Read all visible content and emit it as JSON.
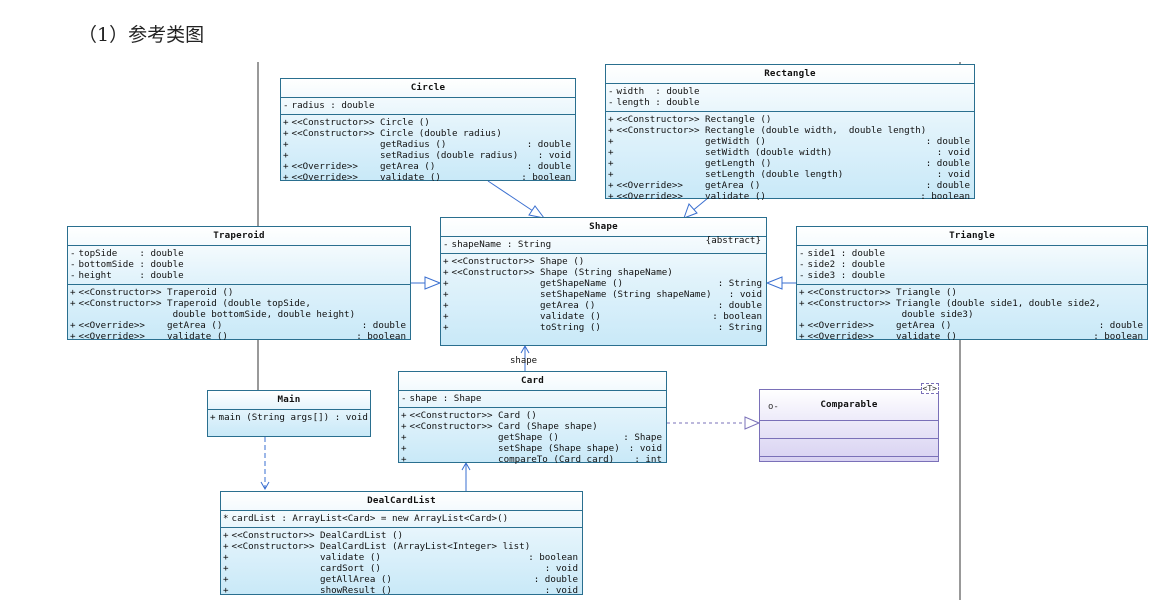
{
  "heading": "（1）参考类图",
  "role_label": "shape",
  "classes": {
    "circle": {
      "name": "Circle",
      "attributes": [
        [
          "-",
          "radius : double",
          ""
        ]
      ],
      "operations": [
        [
          "+",
          "<<Constructor>> Circle ()",
          ""
        ],
        [
          "+",
          "<<Constructor>> Circle (double radius)",
          ""
        ],
        [
          "+",
          "                getRadius ()",
          ": double"
        ],
        [
          "+",
          "                setRadius (double radius)",
          ": void"
        ],
        [
          "+",
          "<<Override>>    getArea ()",
          ": double"
        ],
        [
          "+",
          "<<Override>>    validate ()",
          ": boolean"
        ]
      ]
    },
    "rectangle": {
      "name": "Rectangle",
      "attributes": [
        [
          "-",
          "width  : double",
          ""
        ],
        [
          "-",
          "length : double",
          ""
        ]
      ],
      "operations": [
        [
          "+",
          "<<Constructor>> Rectangle ()",
          ""
        ],
        [
          "+",
          "<<Constructor>> Rectangle (double width,  double length)",
          ""
        ],
        [
          "+",
          "                getWidth ()",
          ": double"
        ],
        [
          "+",
          "                setWidth (double width)",
          ": void"
        ],
        [
          "+",
          "                getLength ()",
          ": double"
        ],
        [
          "+",
          "                setLength (double length)",
          ": void"
        ],
        [
          "+",
          "<<Override>>    getArea ()",
          ": double"
        ],
        [
          "+",
          "<<Override>>    validate ()",
          ": boolean"
        ]
      ]
    },
    "shape": {
      "name": "Shape",
      "stereotype": "{abstract}",
      "attributes": [
        [
          "-",
          "shapeName : String",
          ""
        ]
      ],
      "operations": [
        [
          "+",
          "<<Constructor>> Shape ()",
          ""
        ],
        [
          "+",
          "<<Constructor>> Shape (String shapeName)",
          ""
        ],
        [
          "+",
          "                getShapeName ()",
          ": String"
        ],
        [
          "+",
          "                setShapeName (String shapeName)",
          ": void"
        ],
        [
          "+",
          "                getArea ()",
          ": double"
        ],
        [
          "+",
          "                validate ()",
          ": boolean"
        ],
        [
          "+",
          "                toString ()",
          ": String"
        ]
      ]
    },
    "traperoid": {
      "name": "Traperoid",
      "attributes": [
        [
          "-",
          "topSide    : double",
          ""
        ],
        [
          "-",
          "bottomSide : double",
          ""
        ],
        [
          "-",
          "height     : double",
          ""
        ]
      ],
      "operations": [
        [
          "+",
          "<<Constructor>> Traperoid ()",
          ""
        ],
        [
          "+",
          "<<Constructor>> Traperoid (double topSide,",
          ""
        ],
        [
          "",
          "                  double bottomSide, double height)",
          ""
        ],
        [
          "+",
          "<<Override>>    getArea ()",
          ": double"
        ],
        [
          "+",
          "<<Override>>    validate ()",
          ": boolean"
        ]
      ]
    },
    "triangle": {
      "name": "Triangle",
      "attributes": [
        [
          "-",
          "side1 : double",
          ""
        ],
        [
          "-",
          "side2 : double",
          ""
        ],
        [
          "-",
          "side3 : double",
          ""
        ]
      ],
      "operations": [
        [
          "+",
          "<<Constructor>> Triangle ()",
          ""
        ],
        [
          "+",
          "<<Constructor>> Triangle (double side1, double side2,",
          ""
        ],
        [
          "",
          "                  double side3)",
          ""
        ],
        [
          "+",
          "<<Override>>    getArea ()",
          ": double"
        ],
        [
          "+",
          "<<Override>>    validate ()",
          ": boolean"
        ]
      ]
    },
    "card": {
      "name": "Card",
      "attributes": [
        [
          "-",
          "shape : Shape",
          ""
        ]
      ],
      "operations": [
        [
          "+",
          "<<Constructor>> Card ()",
          ""
        ],
        [
          "+",
          "<<Constructor>> Card (Shape shape)",
          ""
        ],
        [
          "+",
          "                getShape ()",
          ": Shape"
        ],
        [
          "+",
          "                setShape (Shape shape)",
          ": void"
        ],
        [
          "+",
          "                compareTo (Card card)",
          ": int"
        ]
      ]
    },
    "main": {
      "name": "Main",
      "attributes": [],
      "operations": [
        [
          "+",
          "main (String args[]) : void",
          ""
        ]
      ]
    },
    "comparable": {
      "name": "Comparable",
      "template": "<T>",
      "attributes": [],
      "operations": []
    },
    "dealcardlist": {
      "name": "DealCardList",
      "attributes": [
        [
          "*",
          "cardList : ArrayList<Card> = new ArrayList<Card>()",
          ""
        ]
      ],
      "operations": [
        [
          "+",
          "<<Constructor>> DealCardList ()",
          ""
        ],
        [
          "+",
          "<<Constructor>> DealCardList (ArrayList<Integer> list)",
          ""
        ],
        [
          "+",
          "                validate ()",
          ": boolean"
        ],
        [
          "+",
          "                cardSort ()",
          ": void"
        ],
        [
          "+",
          "                getAllArea ()",
          ": double"
        ],
        [
          "+",
          "                showResult ()",
          ": void"
        ]
      ]
    }
  }
}
